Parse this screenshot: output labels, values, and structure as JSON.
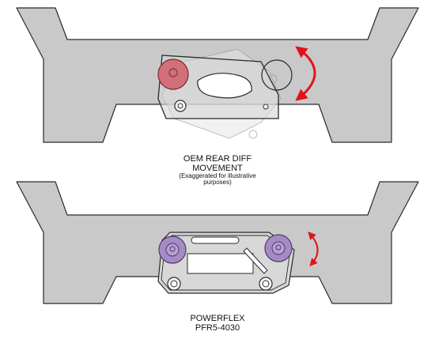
{
  "top": {
    "caption_line1": "OEM REAR DIFF",
    "caption_line2": "MOVEMENT",
    "note_line1": "(Exaggerated for illustrative",
    "note_line2": "purposes)"
  },
  "bottom": {
    "caption_line1": "POWERFLEX",
    "caption_line2": "PFR5-4030"
  },
  "colors": {
    "subframe_fill": "#c9c9c9",
    "outline": "#2a2a2a",
    "red_arrow": "#e1121b",
    "red_bush": "#d2707a",
    "purple_bush": "#a58bc4",
    "ghost_bracket": "#e3e3e3"
  },
  "icons": [
    "rotation-arrow-icon"
  ]
}
